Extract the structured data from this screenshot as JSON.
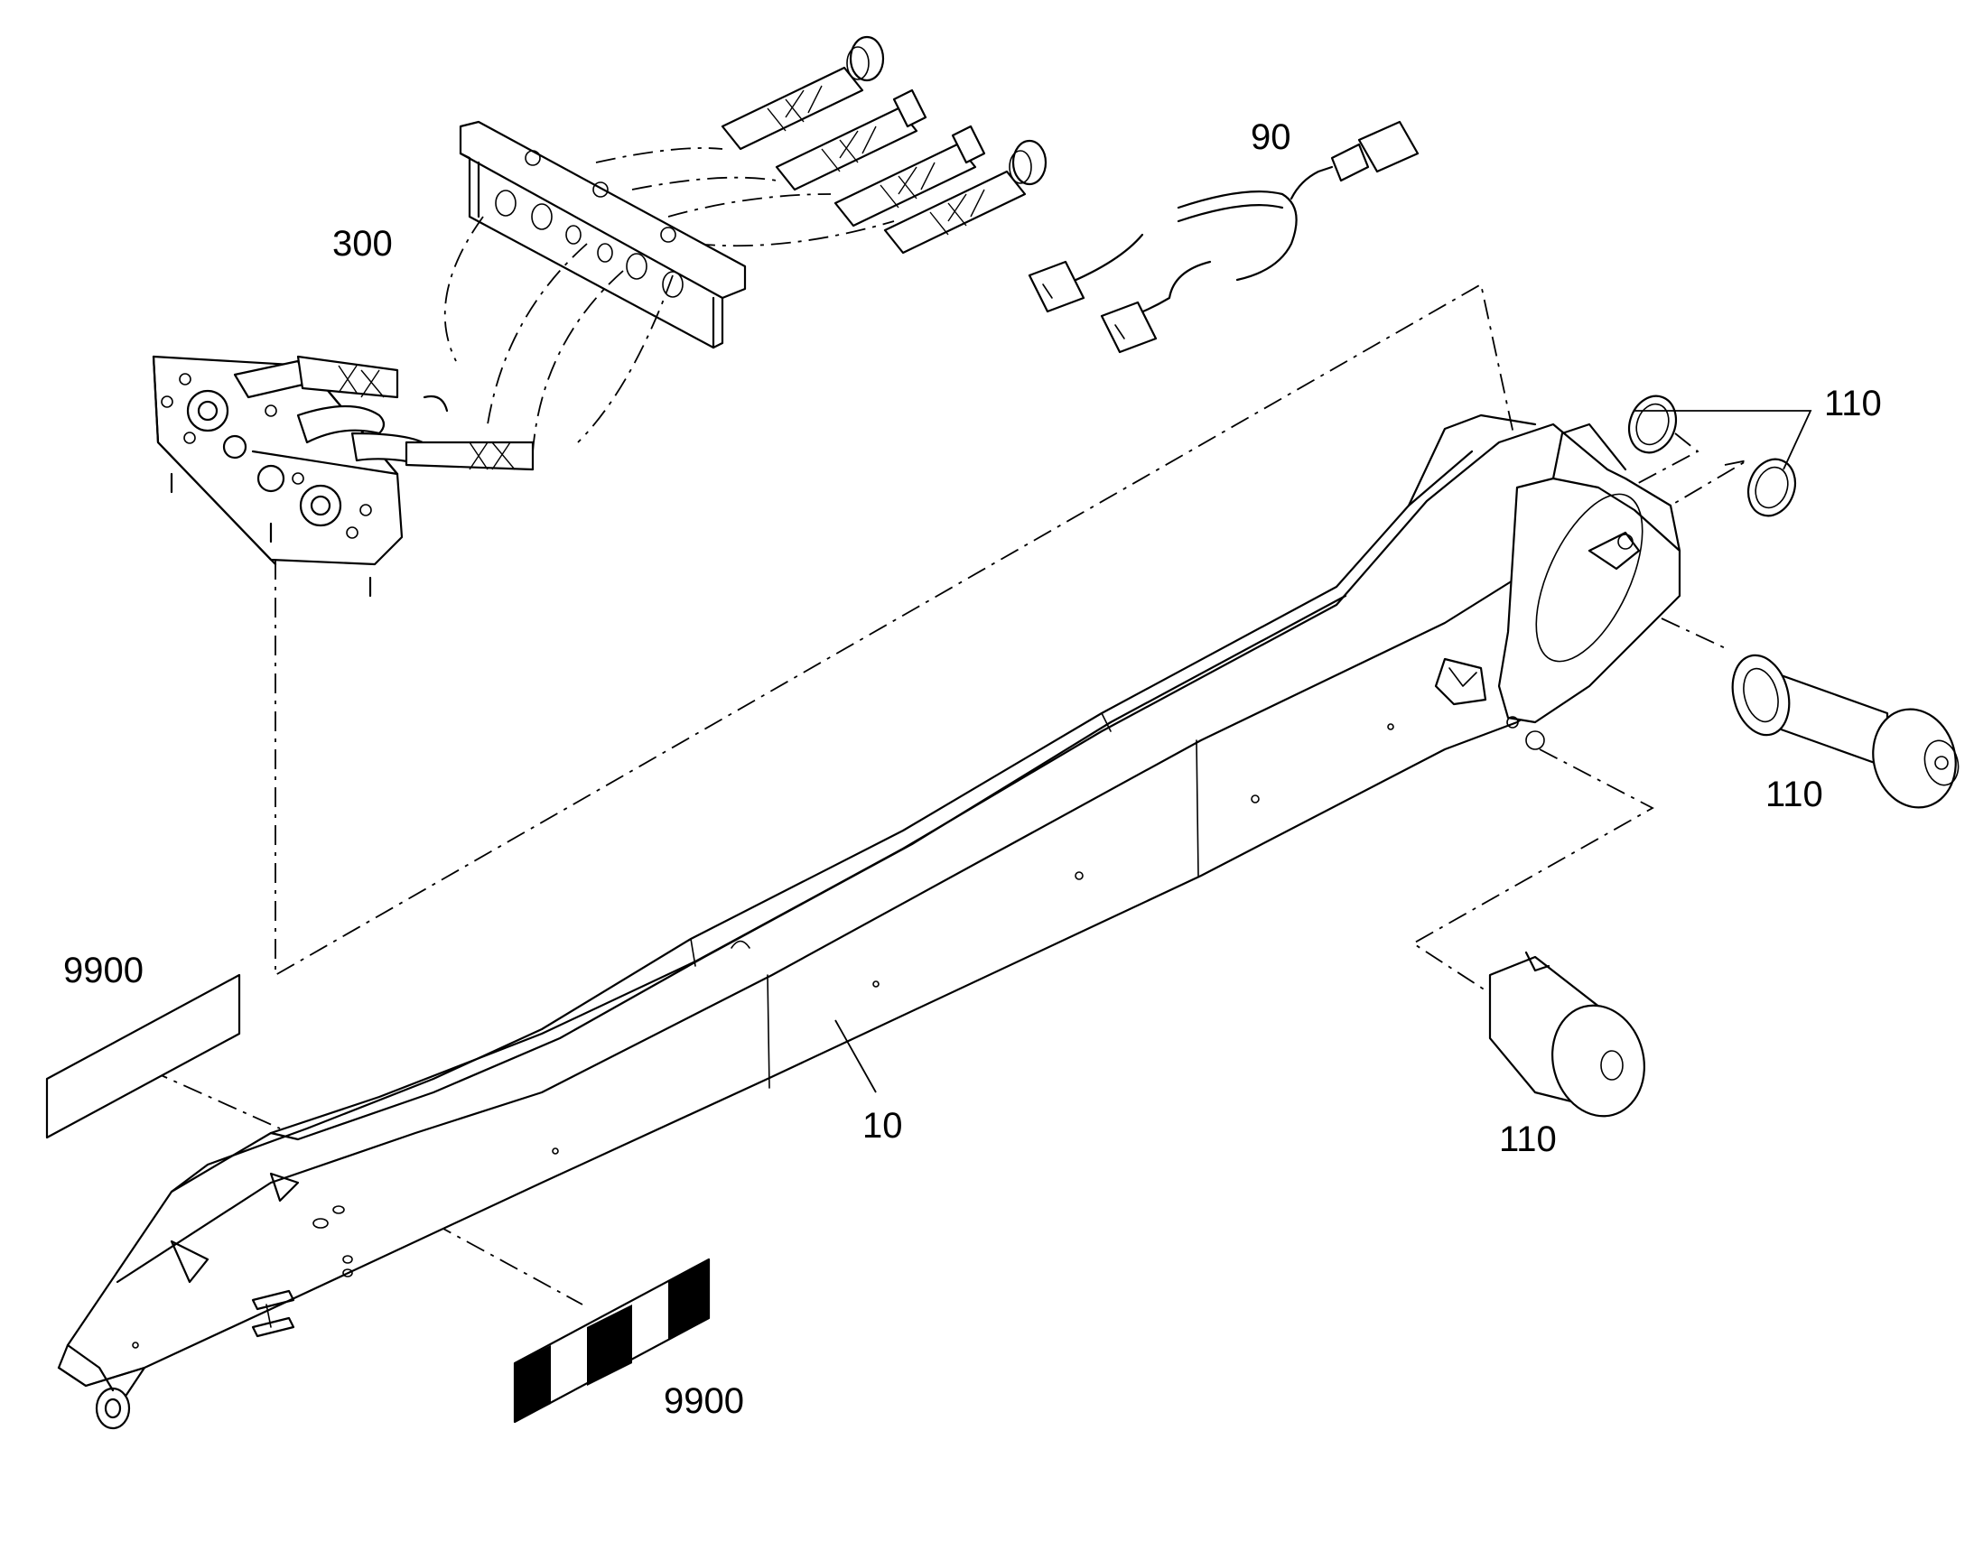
{
  "diagram": {
    "callouts": [
      {
        "id": "c300",
        "text": "300"
      },
      {
        "id": "c90",
        "text": "90"
      },
      {
        "id": "c110a",
        "text": "110"
      },
      {
        "id": "c110b",
        "text": "110"
      },
      {
        "id": "c110c",
        "text": "110"
      },
      {
        "id": "c10",
        "text": "10"
      },
      {
        "id": "c9900a",
        "text": "9900"
      },
      {
        "id": "c9900b",
        "text": "9900"
      }
    ]
  }
}
